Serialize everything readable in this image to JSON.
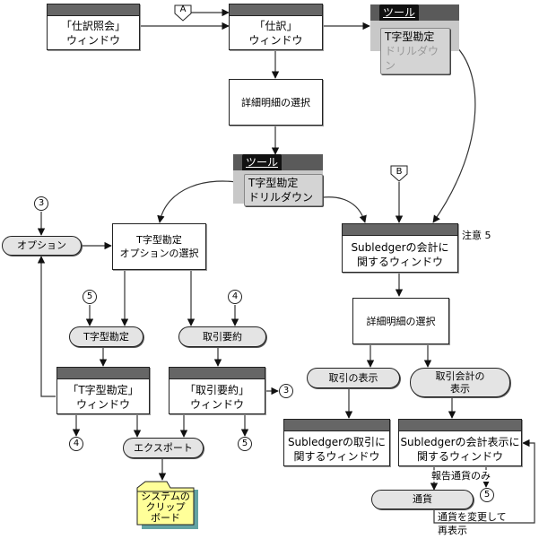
{
  "connectors": {
    "A": "A",
    "B": "B"
  },
  "windows": {
    "journal_inquiry": [
      "「仕訳照会」",
      "ウィンドウ"
    ],
    "journals": [
      "「仕訳」",
      "ウィンドウ"
    ],
    "subledger_accounting": [
      "Subledgerの会計に",
      "関するウィンドウ"
    ],
    "t_accounts": [
      "「T字型勘定」",
      "ウィンドウ"
    ],
    "activity_summary": [
      "「取引要約」",
      "ウィンドウ"
    ],
    "subledger_transaction": [
      "Subledgerの取引に",
      "関するウィンドウ"
    ],
    "subledger_accounting_display": [
      "Subledgerの会計表示に",
      "関するウィンドウ"
    ]
  },
  "boxes": {
    "select_detail_1": "詳細明細の選択",
    "select_detail_2": "詳細明細の選択",
    "t_account_options": [
      "T字型勘定",
      "オプションの選択"
    ]
  },
  "pills": {
    "options": "オプション",
    "t_accounts": "T字型勘定",
    "activity_summary": "取引要約",
    "export": "エクスポート",
    "show_transaction": "取引の表示",
    "show_accounting": [
      "取引会計の",
      "表示"
    ],
    "currency": "通貨"
  },
  "tools_menu": {
    "header": "ツール",
    "item1": "T字型勘定",
    "item2": "ドリルダウン"
  },
  "circles": {
    "c3_top": "3",
    "c5_left": "5",
    "c4_mid": "4",
    "c3_right": "3",
    "c4_bottom": "4",
    "c5_bottom": "5",
    "c5_currency": "5"
  },
  "clipboard": [
    "システムの",
    "クリップ",
    "ボード"
  ],
  "notes": {
    "note5": "注意 5",
    "reporting_currency_only": "報告通貨のみ",
    "change_currency_line1": "通貨を変更して",
    "change_currency_line2": "再表示"
  }
}
